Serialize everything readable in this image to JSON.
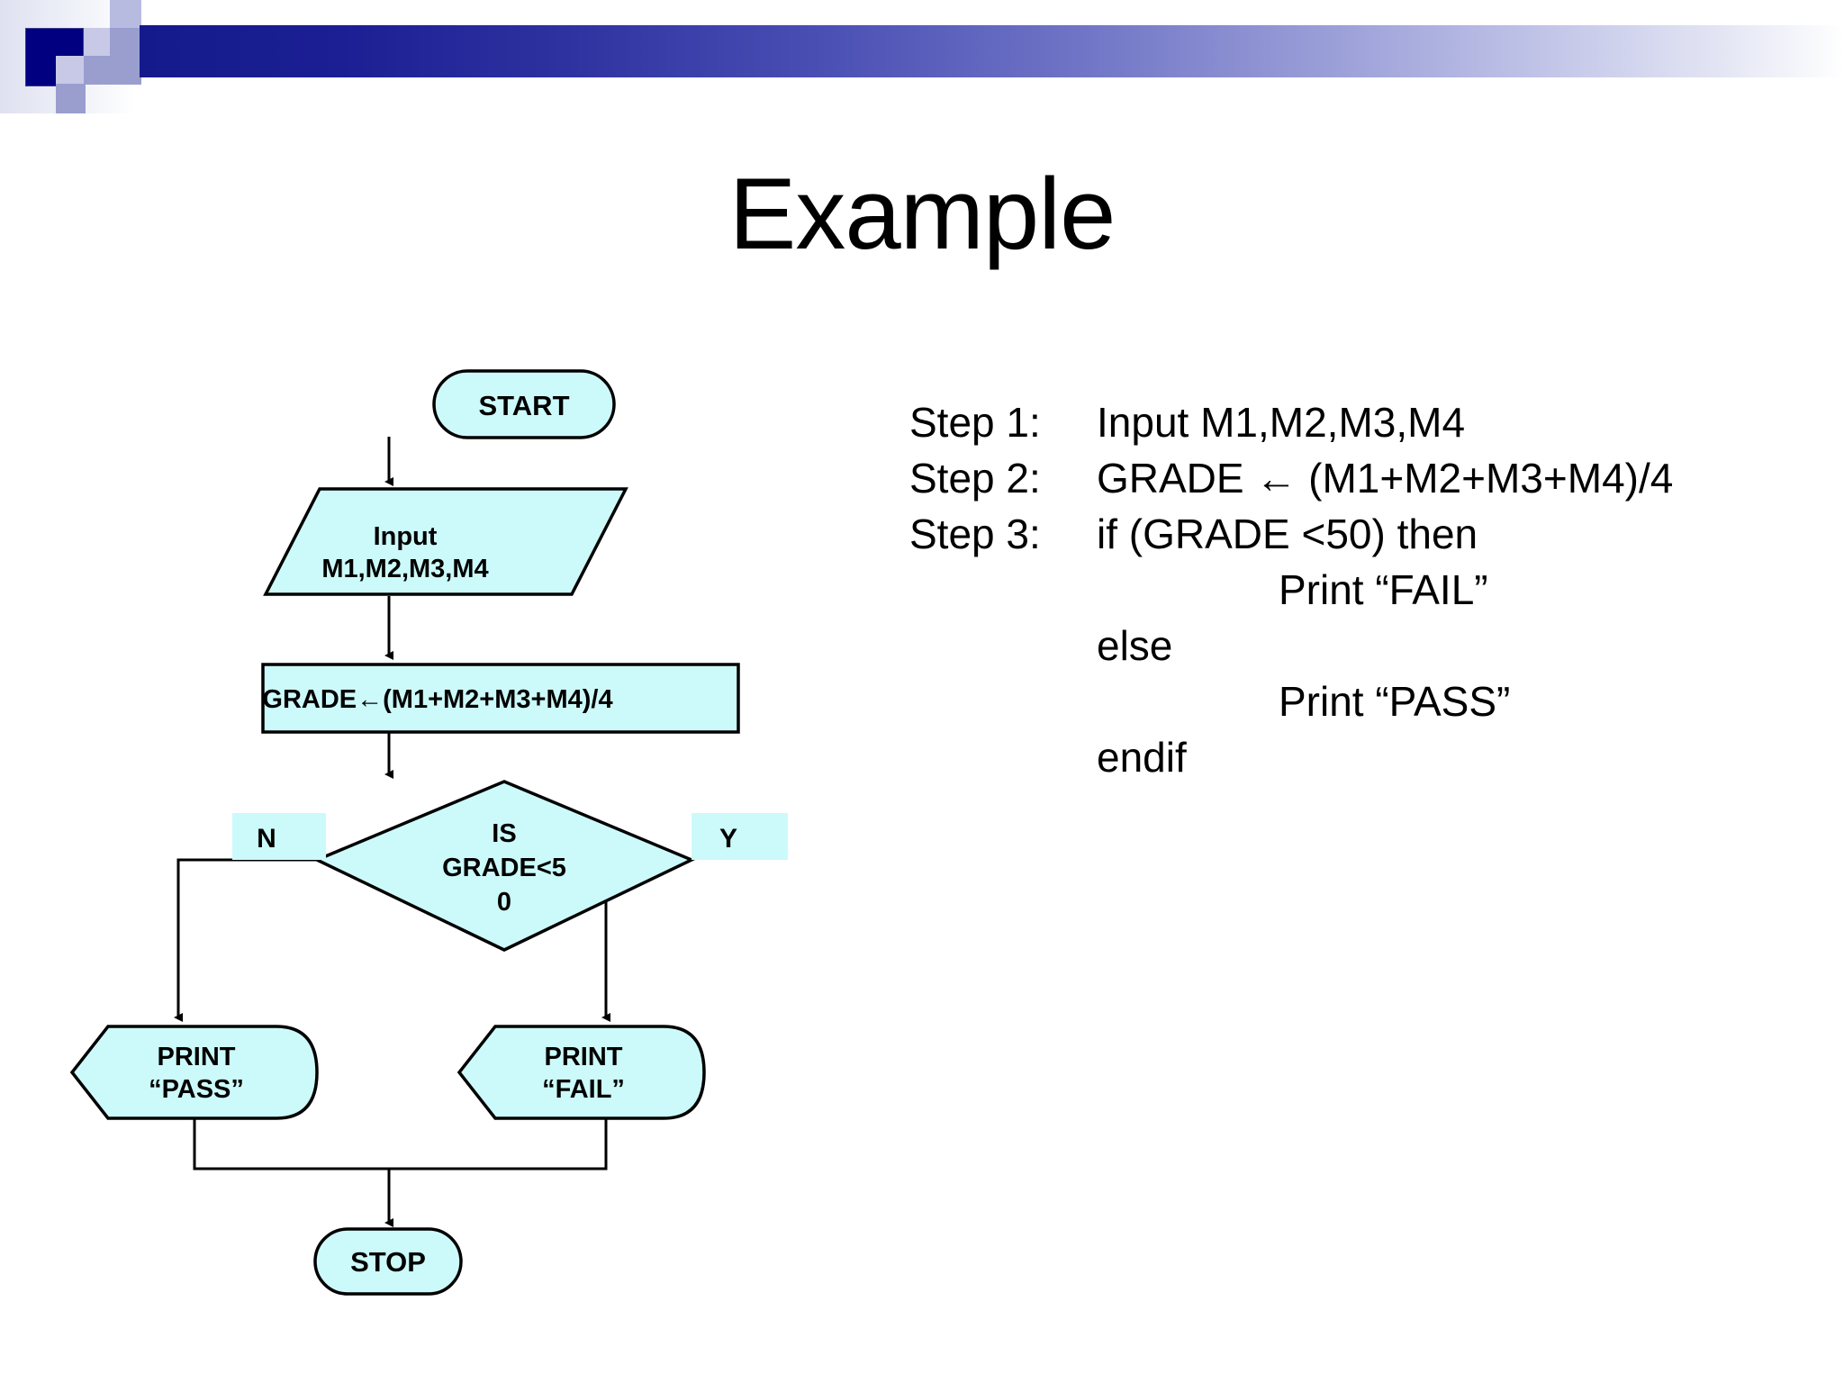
{
  "slide": {
    "title": "Example",
    "background": "#ffffff"
  },
  "theme": {
    "accent_dark": "#141a8c",
    "accent_mid": "#9b9fd8",
    "accent_light": "#c3c6e8",
    "shape_fill": "#ccfafa",
    "shape_stroke": "#000000"
  },
  "header": {
    "squares": [
      {
        "name": "square-navy",
        "color": "#000080"
      },
      {
        "name": "square-lavender-tall",
        "color": "#b8bbe0"
      },
      {
        "name": "square-lavender",
        "color": "#c7c9e6"
      },
      {
        "name": "square-periwinkle",
        "color": "#9a9ece"
      },
      {
        "name": "square-lower-lavender",
        "color": "#c7c9e6"
      },
      {
        "name": "square-lower-periwinkle",
        "color": "#9a9ece"
      },
      {
        "name": "square-bottom-periwinkle",
        "color": "#9a9ece"
      }
    ]
  },
  "flowchart": {
    "nodes": {
      "start": {
        "label": "START",
        "shape": "terminator"
      },
      "input": {
        "line1": "Input",
        "line2": "M1,M2,M3,M4",
        "shape": "parallelogram"
      },
      "process": {
        "label": "GRADE←(M1+M2+M3+M4)/4",
        "shape": "rectangle"
      },
      "decision": {
        "line1": "IS",
        "line2": "GRADE<5",
        "line3": "0",
        "shape": "diamond"
      },
      "print_pass": {
        "line1": "PRINT",
        "line2": "“PASS”",
        "shape": "display"
      },
      "print_fail": {
        "line1": "PRINT",
        "line2": "“FAIL”",
        "shape": "display"
      },
      "stop": {
        "label": "STOP",
        "shape": "terminator"
      }
    },
    "branch_labels": {
      "no": "N",
      "yes": "Y"
    }
  },
  "pseudocode": {
    "lines": [
      {
        "step": "Step 1:",
        "body": "Input M1,M2,M3,M4",
        "indent": 0
      },
      {
        "step": "Step 2:",
        "body": "GRADE ← (M1+M2+M3+M4)/4",
        "indent": 0
      },
      {
        "step": "Step 3:",
        "body": "if (GRADE <50) then",
        "indent": 0
      },
      {
        "step": "",
        "body": "Print “FAIL”",
        "indent": 2
      },
      {
        "step": "",
        "body": "else",
        "indent": 1
      },
      {
        "step": "",
        "body": "Print “PASS”",
        "indent": 2
      },
      {
        "step": "",
        "body": "endif",
        "indent": 1
      }
    ]
  }
}
